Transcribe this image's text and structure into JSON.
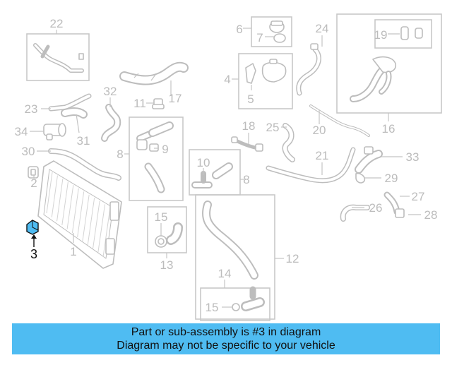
{
  "diagram": {
    "highlight_color": "#4fbcf2",
    "part_color": "#bdbdbd",
    "callouts": {
      "c1": "1",
      "c2": "2",
      "c3": "3",
      "c4": "4",
      "c5": "5",
      "c6": "6",
      "c7": "7",
      "c8a": "8",
      "c8b": "8",
      "c9": "9",
      "c10": "10",
      "c11": "11",
      "c12": "12",
      "c13": "13",
      "c14": "14",
      "c15a": "15",
      "c15b": "15",
      "c16": "16",
      "c17": "17",
      "c18": "18",
      "c19": "19",
      "c20": "20",
      "c21": "21",
      "c22": "22",
      "c23": "23",
      "c24": "24",
      "c25": "25",
      "c26": "26",
      "c27": "27",
      "c28": "28",
      "c29": "29",
      "c30": "30",
      "c31": "31",
      "c32": "32",
      "c33": "33",
      "c34": "34"
    }
  },
  "banner": {
    "line1": "Part or sub-assembly is #3 in diagram",
    "line2": "Diagram may not be specific to your vehicle"
  }
}
